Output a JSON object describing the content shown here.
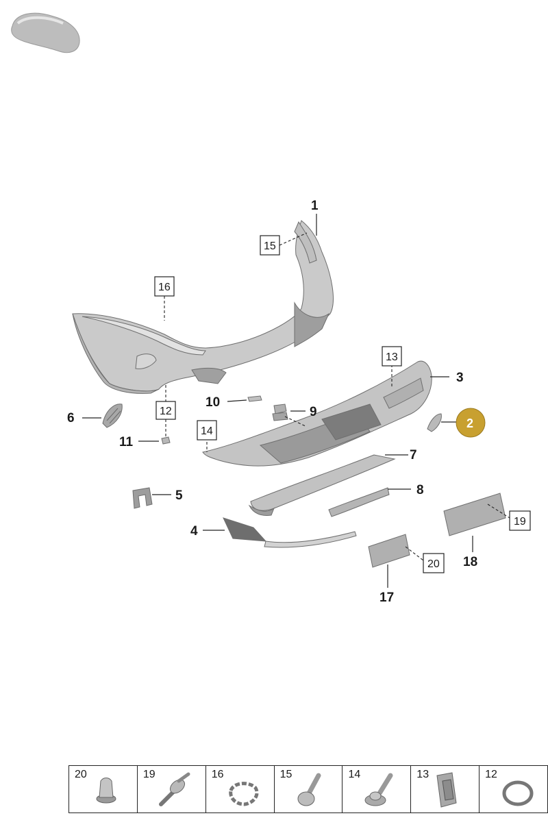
{
  "colors": {
    "part_fill": "#c9c9c9",
    "part_dark": "#8a8a8a",
    "highlight_badge": "#c8a030",
    "line": "#222222"
  },
  "labels": {
    "l1": "1",
    "l2": "2",
    "l3": "3",
    "l4": "4",
    "l5": "5",
    "l6": "6",
    "l7": "7",
    "l8": "8",
    "l9": "9",
    "l10": "10",
    "l11": "11",
    "l17": "17",
    "l18": "18"
  },
  "boxed_labels": {
    "b15": "15",
    "b16": "16",
    "b12": "12",
    "b13": "13",
    "b14": "14",
    "b19": "19",
    "b20": "20"
  },
  "highlight": {
    "label": "2"
  },
  "legend": {
    "cells": [
      {
        "number": "20",
        "icon": "plug-icon"
      },
      {
        "number": "19",
        "icon": "expanding-rivet-icon"
      },
      {
        "number": "16",
        "icon": "clip-ring-icon"
      },
      {
        "number": "15",
        "icon": "screw-icon"
      },
      {
        "number": "14",
        "icon": "flange-screw-icon"
      },
      {
        "number": "13",
        "icon": "spring-nut-icon"
      },
      {
        "number": "12",
        "icon": "seal-ring-icon"
      }
    ]
  }
}
